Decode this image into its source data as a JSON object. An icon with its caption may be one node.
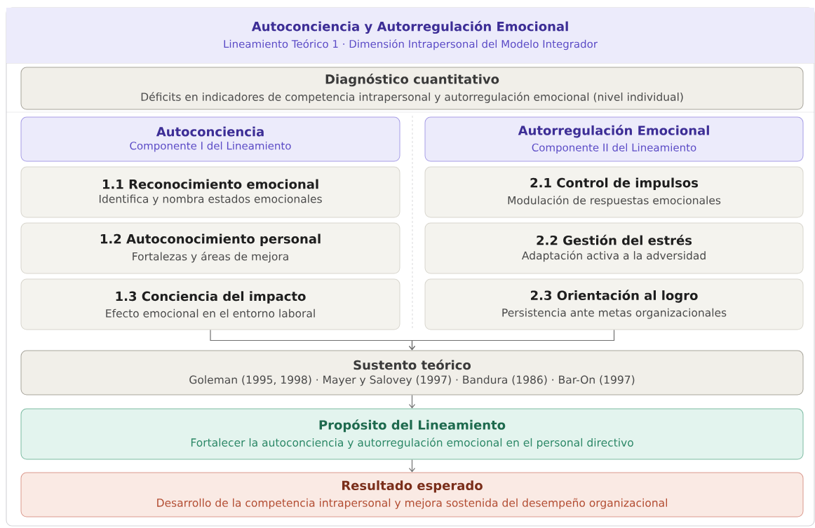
{
  "diagram": {
    "nodes": [
      {
        "text": [
          "Autoconciencia y Autorregulación Emocional",
          "Lineamiento Teórico 1 · Dimensión Intrapersonal del Modelo Integrador"
        ]
      },
      {
        "text": [
          "Diagnóstico cuantitativo",
          "Déficits en indicadores de competencia intrapersonal y autorregulación emocional (nivel individual)"
        ]
      },
      {
        "text": [
          "Autoconciencia",
          "Componente I del Lineamiento"
        ]
      },
      {
        "text": [
          "Autorregulación Emocional",
          "Componente II del Lineamiento"
        ]
      },
      {
        "text": [
          "1.1 Reconocimiento emocional",
          "Identifica y nombra estados emocionales"
        ]
      },
      {
        "text": [
          "1.2 Autoconocimiento personal",
          "Fortalezas y áreas de mejora"
        ]
      },
      {
        "text": [
          "1.3 Conciencia del impacto",
          "Efecto emocional en el entorno laboral"
        ]
      },
      {
        "text": [
          "2.1 Control de impulsos",
          "Modulación de respuestas emocionales"
        ]
      },
      {
        "text": [
          "2.2 Gestión del estrés",
          "Adaptación activa a la adversidad"
        ]
      },
      {
        "text": [
          "2.3 Orientación al logro",
          "Persistencia ante metas organizacionales"
        ]
      },
      {
        "text": [
          "Sustento teórico",
          "Goleman (1995, 1998) · Mayer y Salovey (1997) · Bandura (1986) · Bar-On (1997)"
        ]
      },
      {
        "text": [
          "Propósito del Lineamiento",
          "Fortalecer la autoconciencia y autorregulación emocional en el personal directivo"
        ]
      },
      {
        "text": [
          "Resultado esperado",
          "Desarrollo de la competencia intrapersonal y mejora sostenida del desempeño organizacional"
        ]
      }
    ],
    "edges": [
      {
        "from": 6,
        "to": 10,
        "arrow": "to"
      },
      {
        "from": 9,
        "to": 10,
        "arrow": "to"
      },
      {
        "from": 10,
        "to": 11,
        "arrow": "to"
      },
      {
        "from": 11,
        "to": 12,
        "arrow": "to"
      }
    ]
  }
}
